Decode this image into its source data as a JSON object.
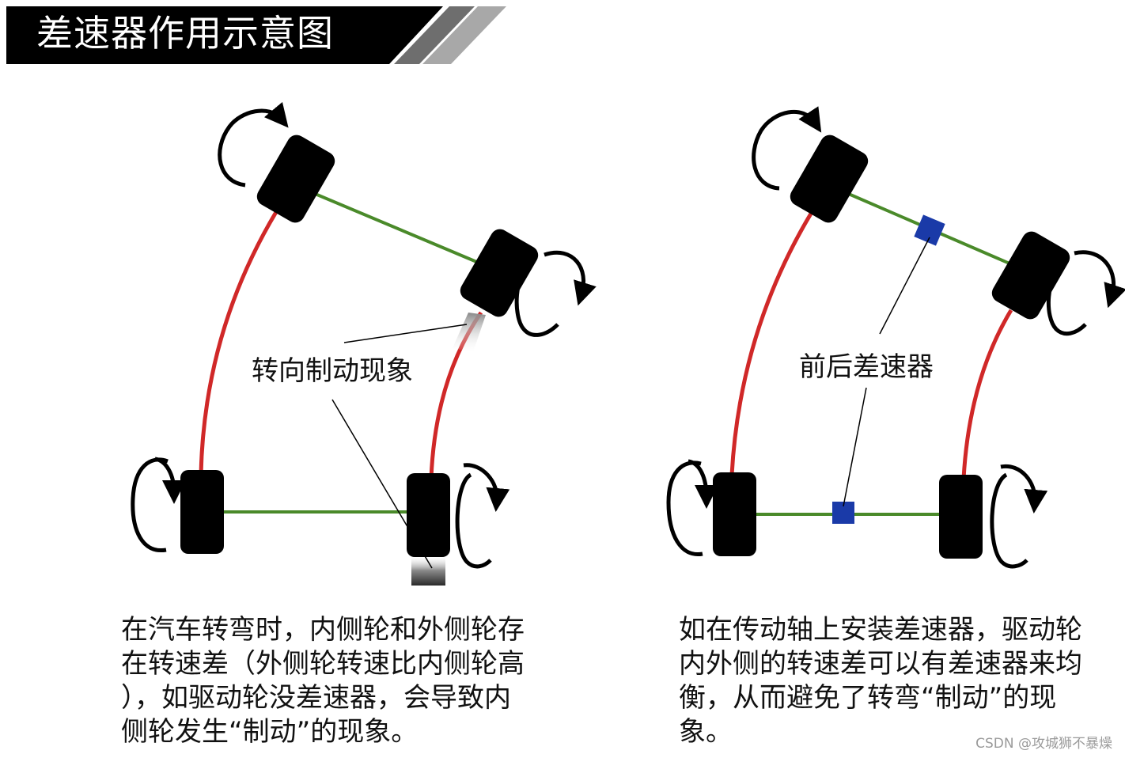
{
  "title": "差速器作用示意图",
  "left_diagram": {
    "label": "转向制动现象"
  },
  "right_diagram": {
    "label": "前后差速器"
  },
  "captions": {
    "left": [
      "在汽车转弯时，内侧轮和外侧轮存",
      "在转速差（外侧轮转速比内侧轮高",
      "），如驱动轮没差速器，会导致内",
      "侧轮发生“制动”的现象。"
    ],
    "right": [
      "如在传动轴上安装差速器，驱动轮",
      "内外侧的转速差可以有差速器来均",
      "衡，从而避免了转弯“制动”的现",
      "象。"
    ]
  },
  "watermark": "CSDN @攻城狮不暴燥",
  "colors": {
    "axle": "#4a8a2a",
    "track": "#d02828",
    "wheel": "#000000",
    "differential": "#1a3aa8",
    "title_bar": "#000000"
  }
}
